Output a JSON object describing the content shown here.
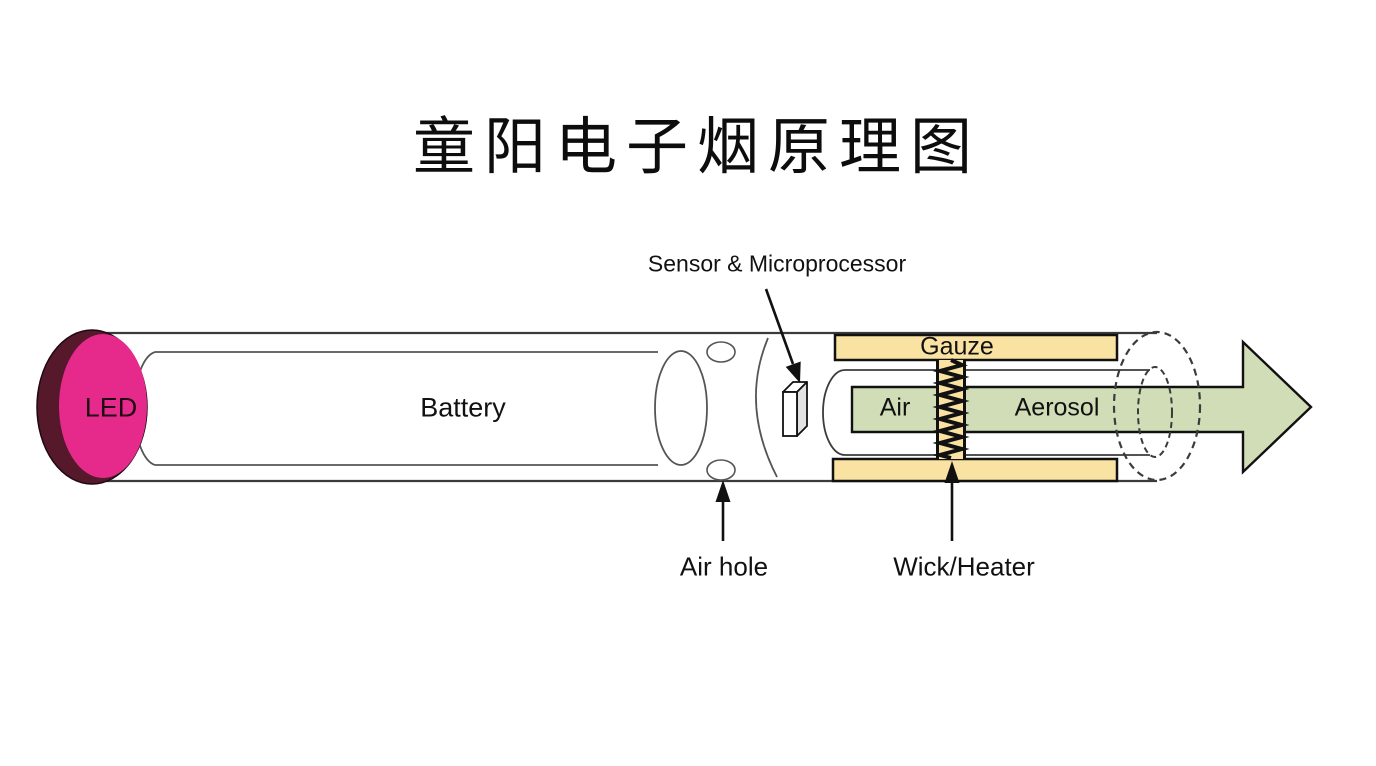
{
  "title": "童阳电子烟原理图",
  "labels": {
    "led": "LED",
    "battery": "Battery",
    "sensor": "Sensor & Microprocessor",
    "gauze": "Gauze",
    "air": "Air",
    "aerosol": "Aerosol",
    "air_hole": "Air hole",
    "wick_heater": "Wick/Heater"
  },
  "colors": {
    "led_front": "#e62a8c",
    "led_rim": "#56182b",
    "gauze_fill": "#f9e2a2",
    "flow_fill": "#d0ddb7",
    "white": "#ffffff",
    "outline": "#111111",
    "tube_stroke": "#3b3b3b",
    "thin_stroke": "#555555"
  }
}
